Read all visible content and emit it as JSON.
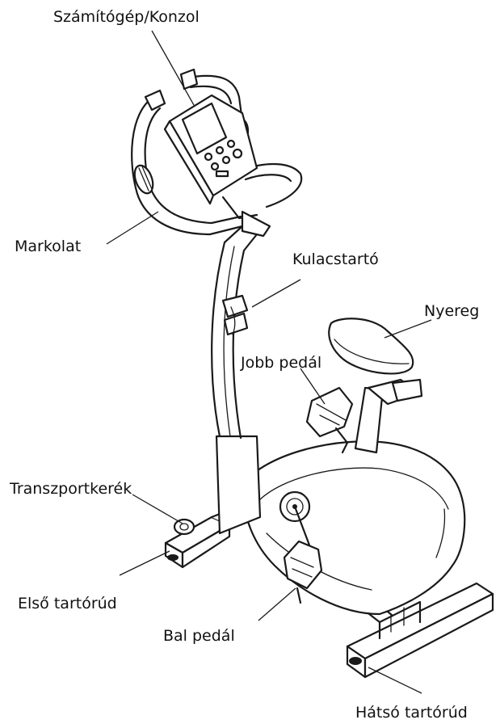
{
  "labels": {
    "console": "Számítógép/Konzol",
    "handlebar": "Markolat",
    "bottle_holder": "Kulacstartó",
    "saddle": "Nyereg",
    "right_pedal": "Jobb pedál",
    "transport_wheel": "Transzportkerék",
    "front_stabilizer": "Első tartórúd",
    "left_pedal": "Bal pedál",
    "rear_stabilizer": "Hátsó tartórúd"
  },
  "illustration": {
    "subject": "exercise-bike"
  }
}
